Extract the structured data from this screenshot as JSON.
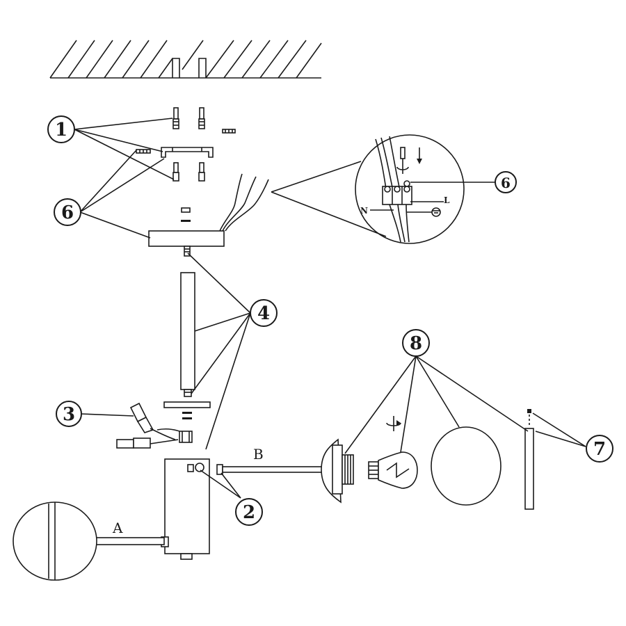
{
  "callouts": {
    "c1": "1",
    "c2": "2",
    "c3": "3",
    "c4": "4",
    "c6": "6",
    "c6_detail": "6",
    "c7": "7",
    "c8": "8"
  },
  "arm_labels": {
    "a": "A",
    "b": "B"
  },
  "wire_labels": {
    "neutral": "N",
    "live": "L"
  }
}
